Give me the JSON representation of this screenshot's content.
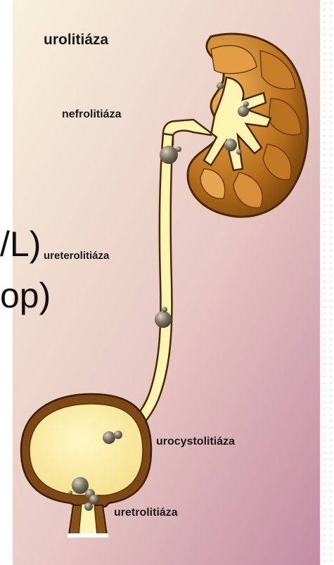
{
  "background_text": {
    "line1": "/L)",
    "line2": "op)"
  },
  "labels": {
    "title": "urolitiáza",
    "kidney": "nefrolitiáza",
    "ureter": "ureterolitiáza",
    "bladder": "urocystolitiáza",
    "urethra": "uretrolitiáza"
  },
  "colors": {
    "panel_top": "#f7efd9",
    "panel_bottom": "#c58da2",
    "kidney_outer": "#b06a16",
    "kidney_light": "#e0a04a",
    "urine": "#fdf3b3",
    "bladder_wall": "#8a5116",
    "stone": "#6e6552"
  },
  "icons": [
    "kidney-icon",
    "ureter-icon",
    "bladder-icon",
    "urethra-icon",
    "stone-icon"
  ]
}
